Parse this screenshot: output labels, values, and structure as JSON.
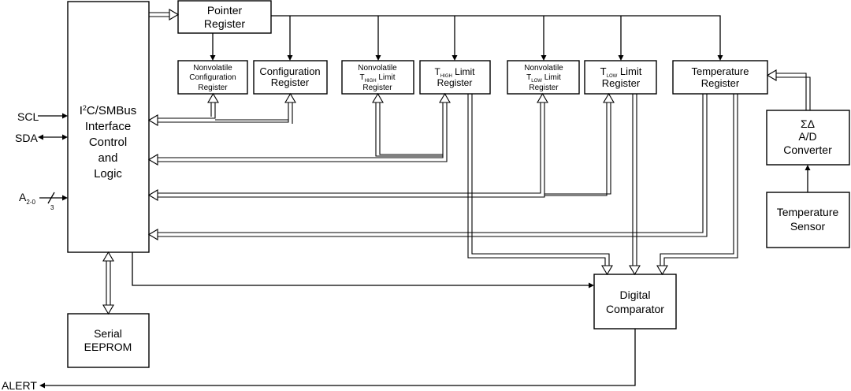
{
  "interface": {
    "line1_main": "C/SMBus",
    "line1_prefix": "I",
    "line1_sup": "2",
    "line2": "Interface",
    "line3": "Control",
    "line4": "and",
    "line5": "Logic"
  },
  "pointer": {
    "line1": "Pointer",
    "line2": "Register"
  },
  "nv_config": {
    "line1": "Nonvolatile",
    "line2": "Configuration",
    "line3": "Register"
  },
  "config": {
    "line1": "Configuration",
    "line2": "Register"
  },
  "nv_thigh": {
    "line1": "Nonvolatile",
    "line2_main": "T",
    "line2_sub": "HIGH",
    "line2_rest": " Limit",
    "line3": "Register"
  },
  "thigh": {
    "line1_main": "T",
    "line1_sub": "HIGH",
    "line1_rest": " Limit",
    "line2": "Register"
  },
  "nv_tlow": {
    "line1": "Nonvolatile",
    "line2_main": "T",
    "line2_sub": "LOW",
    "line2_rest": " Limit",
    "line3": "Register"
  },
  "tlow": {
    "line1_main": "T",
    "line1_sub": "LOW",
    "line1_rest": " Limit",
    "line2": "Register"
  },
  "temp_reg": {
    "line1": "Temperature",
    "line2": "Register"
  },
  "adc": {
    "line1": "ΣΔ",
    "line2": "A/D",
    "line3": "Converter"
  },
  "sensor": {
    "line1": "Temperature",
    "line2": "Sensor"
  },
  "comparator": {
    "line1": "Digital",
    "line2": "Comparator"
  },
  "eeprom": {
    "line1": "Serial",
    "line2": "EEPROM"
  },
  "pins": {
    "scl": "SCL",
    "sda": "SDA",
    "addr_main": "A",
    "addr_sub": "2-0",
    "addr_width": "3",
    "alert": "ALERT"
  }
}
